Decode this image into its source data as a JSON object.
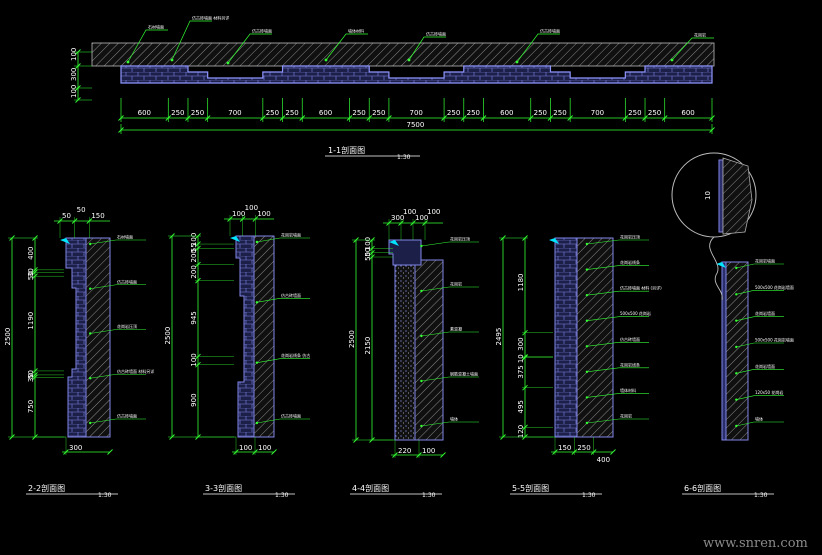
{
  "plan": {
    "title": "1-1剖面图",
    "scale": "1:30",
    "total": "7500",
    "segments": [
      "600",
      "250",
      "250",
      "700",
      "250",
      "250",
      "600",
      "250",
      "250",
      "700",
      "250",
      "250",
      "600",
      "250",
      "250",
      "700",
      "250",
      "250",
      "600"
    ],
    "left_dims": [
      "100",
      "300",
      "100"
    ],
    "labels": [
      "石材墙面",
      "仿古砖墙面 材料另详",
      "仿古砖墙面",
      "墙体材料",
      "仿古砖墙面",
      "仿古砖墙面",
      "花岗岩"
    ]
  },
  "sections": [
    {
      "title": "2-2剖面图",
      "scale": "1:30",
      "top_dims": [
        "50",
        "50",
        "150"
      ],
      "bottom_dims": [
        "300"
      ],
      "vert_total": "2500",
      "vert_dims": [
        "400",
        "30",
        "50",
        "1190",
        "50",
        "30",
        "750"
      ],
      "labels": [
        "石材墙面",
        "仿古砖墙面",
        "花岗岩压顶",
        "仿古砖墙面 材料另详",
        "仿古砖墙面"
      ]
    },
    {
      "title": "3-3剖面图",
      "scale": "1:30",
      "top_dims": [
        "100",
        "100",
        "100"
      ],
      "bottom_dims": [
        "100",
        "100"
      ],
      "vert_total": "2500",
      "vert_dims": [
        "100",
        "55",
        "200",
        "200",
        "945",
        "100",
        "900"
      ],
      "labels": [
        "花岗岩墙面",
        "仿古砖墙面",
        "花岗岩线条 仿古",
        "仿古砖墙面"
      ]
    },
    {
      "title": "4-4剖面图",
      "scale": "1:30",
      "top_dims": [
        "300",
        "100",
        "100",
        "100"
      ],
      "bottom_dims": [
        "220",
        "100"
      ],
      "vert_total": "2500",
      "vert_dims": [
        "100",
        "50",
        "50",
        "2150"
      ],
      "labels": [
        "花岗岩压顶",
        "花岗岩",
        "素混凝",
        "钢筋混凝土墙面",
        "墙体"
      ]
    },
    {
      "title": "5-5剖面图",
      "scale": "1:30",
      "top_dims": [],
      "bottom_dims": [
        "150",
        "250",
        "400"
      ],
      "vert_total": "2495",
      "vert_dims": [
        "1180",
        "300",
        "10",
        "375",
        "495",
        "120"
      ],
      "labels": [
        "花岗岩压顶",
        "花岗岩线条",
        "仿古砖墙面 材料 (另详)",
        "500x500 花岗岩",
        "仿古砖墙面",
        "花岗岩线条",
        "墙体材料",
        "花岗岩"
      ]
    },
    {
      "title": "6-6剖面图",
      "scale": "1:30",
      "top_dims": [],
      "bottom_dims": [],
      "vert_total": "",
      "vert_dims": [],
      "detail_dim": "10",
      "labels": [
        "花岗岩墙面",
        "500x500 花岗岩墙面",
        "花岗岩墙面",
        "500x500 花岗岩墙面",
        "花岗岩墙面",
        "120x50 花岗岩",
        "墙体"
      ]
    }
  ],
  "watermark": "www.snren.com",
  "colors": {
    "background": "#000000",
    "dim_line": "#33ff33",
    "wall": "#7f86e6",
    "wall_fill": "#2a2e6a",
    "leader": "#33ff33",
    "text": "#ffffff",
    "cyan": "#00e5ff"
  }
}
